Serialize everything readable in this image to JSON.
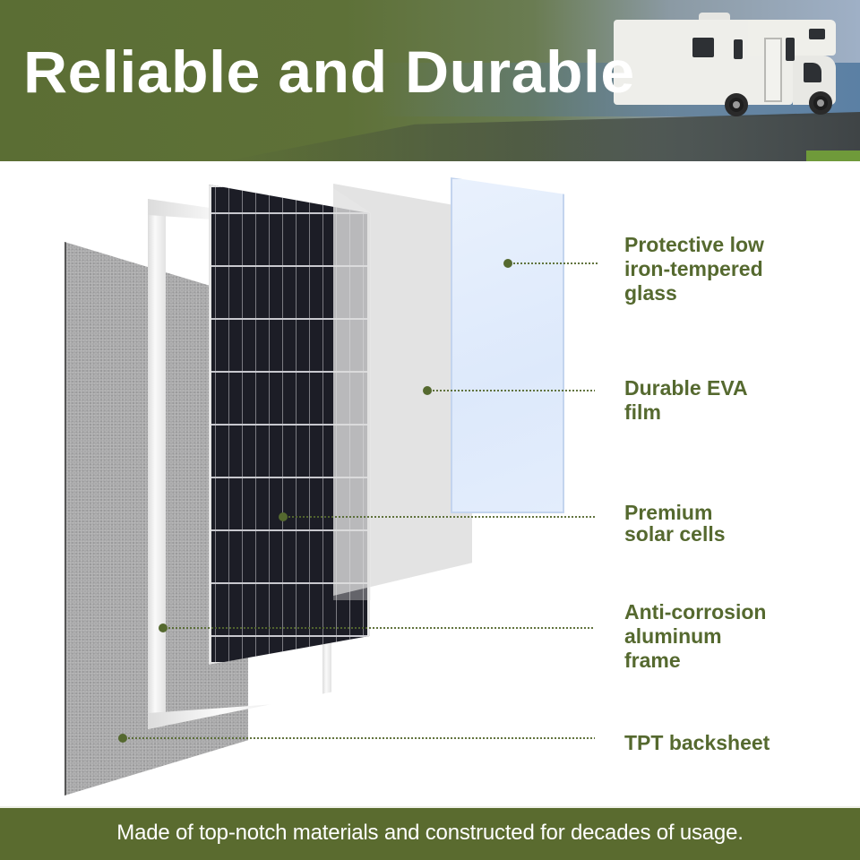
{
  "banner": {
    "title": "Reliable and Durable",
    "background_colors": {
      "green": "#5b6e34",
      "sky": "#9fb0c6",
      "sea": "#5b80a4",
      "road": "#3f4446"
    },
    "image": "rv-motorhome-on-coastal-road"
  },
  "diagram": {
    "layers": [
      {
        "id": "glass",
        "label_lines": [
          "Protective low",
          "iron-tempered",
          "glass"
        ],
        "color": "#e3edfc"
      },
      {
        "id": "eva",
        "label_lines": [
          "Durable EVA",
          "film"
        ],
        "color": "#d7d7d7"
      },
      {
        "id": "cells",
        "label_lines": [
          "Premium",
          "solar cells"
        ],
        "color": "#1c1d26"
      },
      {
        "id": "frame",
        "label_lines": [
          "Anti-corrosion",
          "aluminum",
          "frame"
        ],
        "color": "#e6e6e6"
      },
      {
        "id": "backsheet",
        "label_lines": [
          "TPT backsheet"
        ],
        "color": "#a9a9aa"
      }
    ],
    "accent_color": "#55692f"
  },
  "footer": {
    "text": "Made of top-notch materials and constructed for decades of usage.",
    "background": "#5a6b2f"
  }
}
